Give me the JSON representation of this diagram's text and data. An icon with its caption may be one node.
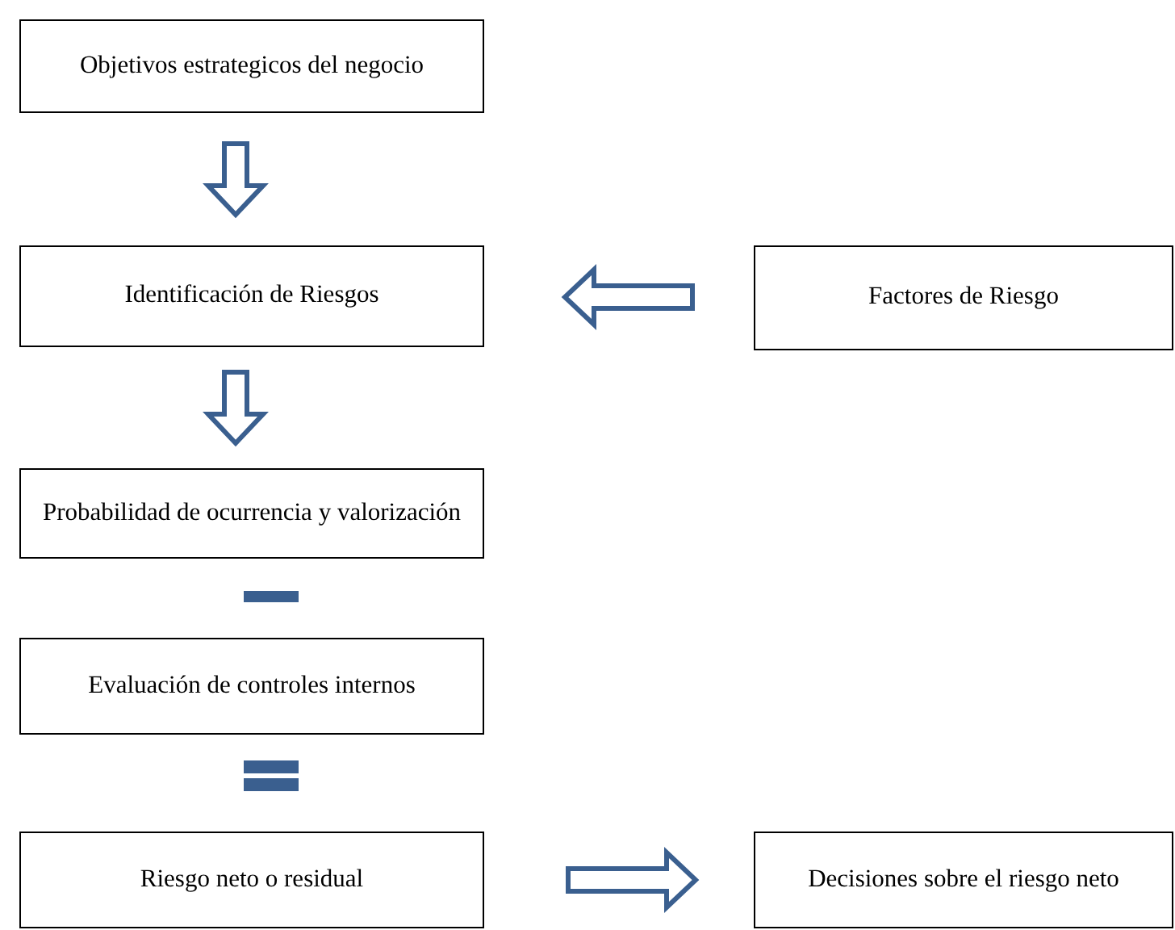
{
  "diagram": {
    "nodes": [
      {
        "text": [
          "Objetivos estrategicos del negocio"
        ]
      },
      {
        "text": [
          "Identificación de Riesgos"
        ]
      },
      {
        "text": [
          "Factores de Riesgo"
        ]
      },
      {
        "text": [
          "Probabilidad de ocurrencia y valorización"
        ]
      },
      {
        "text": [
          "Evaluación de controles internos"
        ]
      },
      {
        "text": [
          "Riesgo neto o residual"
        ]
      },
      {
        "text": [
          "Decisiones sobre el riesgo neto"
        ]
      }
    ],
    "edges": [
      {
        "from": 0,
        "to": 1,
        "arrow": "to"
      },
      {
        "from": 2,
        "to": 1,
        "arrow": "to"
      },
      {
        "from": 1,
        "to": 3,
        "arrow": "to"
      },
      {
        "from": 5,
        "to": 6,
        "arrow": "to"
      }
    ]
  }
}
